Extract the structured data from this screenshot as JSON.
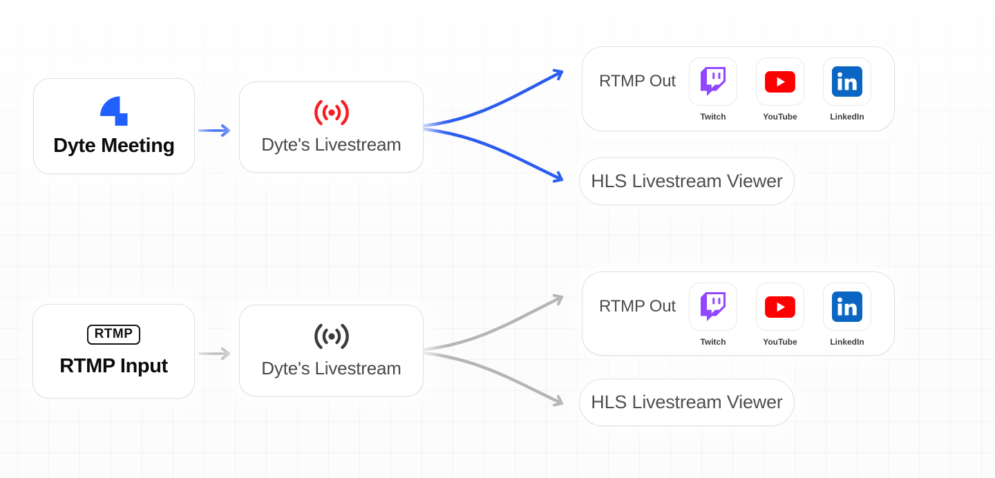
{
  "colors": {
    "background": "#fcfcfd",
    "grid_line": "#f0f0f2",
    "box_border": "#e0e0e0",
    "arrow_blue": "#2b5cf0",
    "arrow_gray": "#b5b5b5",
    "dyte_blue": "#2160fd",
    "live_red": "#f71e24",
    "live_dark": "#3c3c3c",
    "twitch_purple": "#9146ff",
    "youtube_red": "#ff0000",
    "linkedin_blue": "#0a66c2",
    "text_dark": "#0b0b0b",
    "text_gray": "#4a4a4a"
  },
  "flows": [
    {
      "name": "dyte-meeting-flow",
      "source": {
        "label": "Dyte Meeting",
        "icon": "dyte-logo-icon"
      },
      "livestream": {
        "label": "Dyte's Livestream",
        "icon": "live-broadcast-icon",
        "icon_color": "#f71e24"
      },
      "rtmp_out": {
        "label": "RTMP Out",
        "destinations": [
          {
            "label": "Twitch",
            "icon": "twitch-icon"
          },
          {
            "label": "YouTube",
            "icon": "youtube-icon"
          },
          {
            "label": "LinkedIn",
            "icon": "linkedin-icon"
          }
        ]
      },
      "hls_viewer": {
        "label": "HLS Livestream Viewer"
      }
    },
    {
      "name": "rtmp-input-flow",
      "source": {
        "label": "RTMP Input",
        "badge": "RTMP",
        "icon": "rtmp-badge-icon"
      },
      "livestream": {
        "label": "Dyte's Livestream",
        "icon": "live-broadcast-icon",
        "icon_color": "#3c3c3c"
      },
      "rtmp_out": {
        "label": "RTMP Out",
        "destinations": [
          {
            "label": "Twitch",
            "icon": "twitch-icon"
          },
          {
            "label": "YouTube",
            "icon": "youtube-icon"
          },
          {
            "label": "LinkedIn",
            "icon": "linkedin-icon"
          }
        ]
      },
      "hls_viewer": {
        "label": "HLS Livestream Viewer"
      }
    }
  ]
}
